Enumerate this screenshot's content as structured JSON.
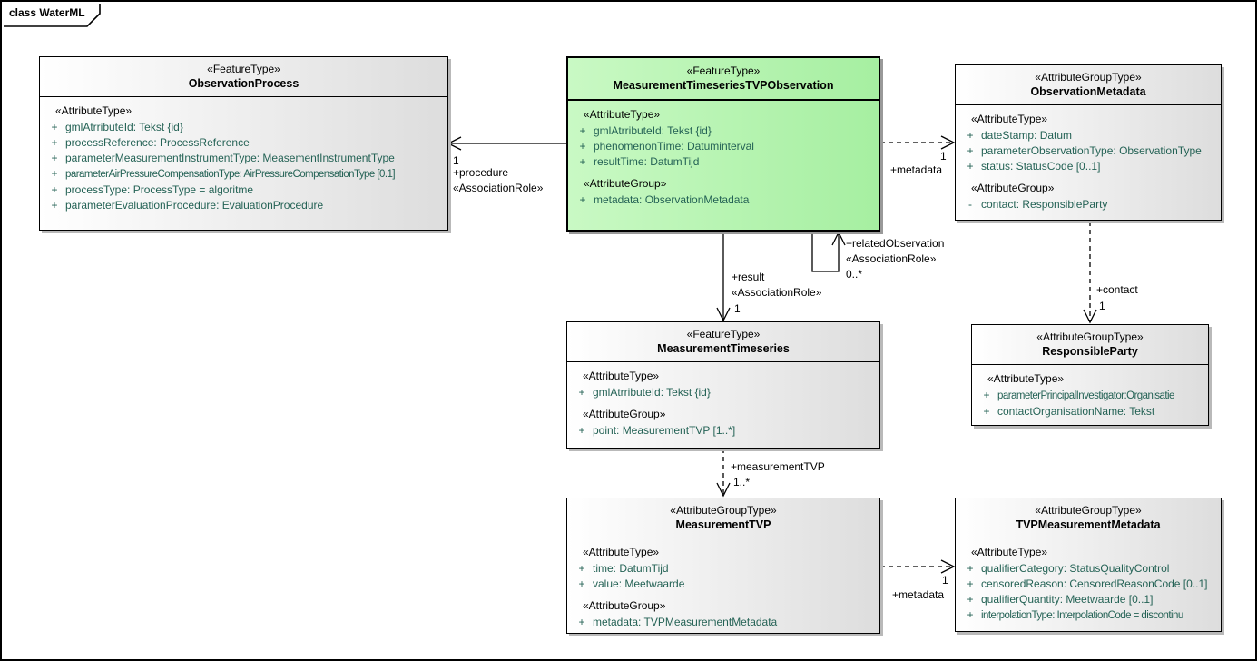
{
  "frame": {
    "label": "class WaterML"
  },
  "colors": {
    "highlight_fill_from": "#c9f9c4",
    "highlight_fill_to": "#a6efa1",
    "class_fill_from": "#ffffff",
    "class_fill_to": "#dddddd",
    "attribute_text": "#246255",
    "border": "#000000"
  },
  "classes": [
    {
      "stereotype": "«FeatureType»",
      "name": "ObservationProcess",
      "sections": [
        {
          "stereotype": "«AttributeType»",
          "members": [
            {
              "vis": "+",
              "text": "gmlAtrributeId: Tekst {id}"
            },
            {
              "vis": "+",
              "text": "processReference: ProcessReference"
            },
            {
              "vis": "+",
              "text": "parameterMeasurementInstrumentType: MeasementInstrumentType"
            },
            {
              "vis": "+",
              "text": "parameterAirPressureCompensationType: AirPressureCompensationType [0.1]"
            },
            {
              "vis": "+",
              "text": "processType: ProcessType = algoritme"
            },
            {
              "vis": "+",
              "text": "parameterEvaluationProcedure: EvaluationProcedure"
            }
          ]
        }
      ]
    },
    {
      "stereotype": "«FeatureType»",
      "name": "MeasurementTimeseriesTVPObservation",
      "sections": [
        {
          "stereotype": "«AttributeType»",
          "members": [
            {
              "vis": "+",
              "text": "gmlAtrributeId: Tekst {id}"
            },
            {
              "vis": "+",
              "text": "phenomenonTime: Datuminterval"
            },
            {
              "vis": "+",
              "text": "resultTime: DatumTijd"
            }
          ]
        },
        {
          "stereotype": "«AttributeGroup»",
          "members": [
            {
              "vis": "+",
              "text": "metadata: ObservationMetadata"
            }
          ]
        }
      ]
    },
    {
      "stereotype": "«AttributeGroupType»",
      "name": "ObservationMetadata",
      "sections": [
        {
          "stereotype": "«AttributeType»",
          "members": [
            {
              "vis": "+",
              "text": "dateStamp: Datum"
            },
            {
              "vis": "+",
              "text": "parameterObservationType: ObservationType"
            },
            {
              "vis": "+",
              "text": "status: StatusCode [0..1]"
            }
          ]
        },
        {
          "stereotype": "«AttributeGroup»",
          "members": [
            {
              "vis": "-",
              "text": "contact: ResponsibleParty"
            }
          ]
        }
      ]
    },
    {
      "stereotype": "«FeatureType»",
      "name": "MeasurementTimeseries",
      "sections": [
        {
          "stereotype": "«AttributeType»",
          "members": [
            {
              "vis": "+",
              "text": "gmlAtrributeId: Tekst {id}"
            }
          ]
        },
        {
          "stereotype": "«AttributeGroup»",
          "members": [
            {
              "vis": "+",
              "text": "point: MeasurementTVP [1..*]"
            }
          ]
        }
      ]
    },
    {
      "stereotype": "«AttributeGroupType»",
      "name": "ResponsibleParty",
      "sections": [
        {
          "stereotype": "«AttributeType»",
          "members": [
            {
              "vis": "+",
              "text": "parameterPrincipalInvestigator:Organisatie"
            },
            {
              "vis": "+",
              "text": "contactOrganisationName: Tekst"
            }
          ]
        }
      ]
    },
    {
      "stereotype": "«AttributeGroupType»",
      "name": "MeasurementTVP",
      "sections": [
        {
          "stereotype": "«AttributeType»",
          "members": [
            {
              "vis": "+",
              "text": "time: DatumTijd"
            },
            {
              "vis": "+",
              "text": "value: Meetwaarde"
            }
          ]
        },
        {
          "stereotype": "«AttributeGroup»",
          "members": [
            {
              "vis": "+",
              "text": "metadata: TVPMeasurementMetadata"
            }
          ]
        }
      ]
    },
    {
      "stereotype": "«AttributeGroupType»",
      "name": "TVPMeasurementMetadata",
      "sections": [
        {
          "stereotype": "«AttributeType»",
          "members": [
            {
              "vis": "+",
              "text": "qualifierCategory: StatusQualityControl"
            },
            {
              "vis": "+",
              "text": "censoredReason: CensoredReasonCode [0..1]"
            },
            {
              "vis": "+",
              "text": "qualifierQuantity: Meetwaarde [0..1]"
            },
            {
              "vis": "+",
              "text": "interpolationType: InterpolationCode = discontinu"
            }
          ]
        }
      ]
    }
  ],
  "connectors": {
    "procedure": {
      "mult": "1",
      "role": "+procedure",
      "stereotype": "«AssociationRole»"
    },
    "metadata_top": {
      "mult": "1",
      "role": "+metadata"
    },
    "related_observation": {
      "role": "+relatedObservation",
      "stereotype": "«AssociationRole»",
      "mult": "0..*"
    },
    "result": {
      "role": "+result",
      "stereotype": "«AssociationRole»",
      "mult": "1"
    },
    "contact": {
      "role": "+contact",
      "mult": "1"
    },
    "measurement_tvp": {
      "role": "+measurementTVP",
      "mult": "1..*"
    },
    "metadata_bottom": {
      "mult": "1",
      "role": "+metadata"
    }
  }
}
